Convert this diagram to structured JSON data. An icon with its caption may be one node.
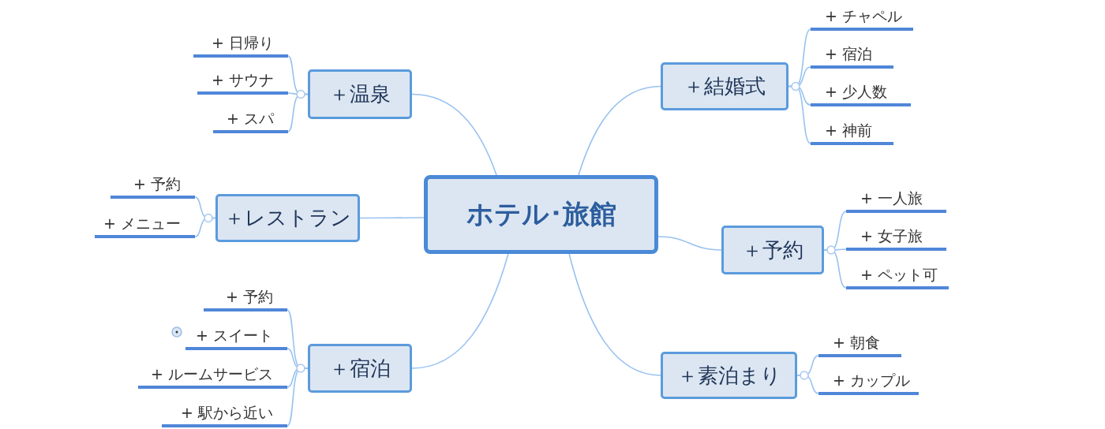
{
  "diagram": {
    "nodes": [
      {
        "text": [
          "ホテル･旅館"
        ]
      },
      {
        "text": [
          "＋温泉"
        ]
      },
      {
        "text": [
          "+ 日帰り"
        ]
      },
      {
        "text": [
          "+ サウナ"
        ]
      },
      {
        "text": [
          "+ スパ"
        ]
      },
      {
        "text": [
          "＋結婚式"
        ]
      },
      {
        "text": [
          "+ チャペル"
        ]
      },
      {
        "text": [
          "+ 宿泊"
        ]
      },
      {
        "text": [
          "+ 少人数"
        ]
      },
      {
        "text": [
          "+ 神前"
        ]
      },
      {
        "text": [
          "＋レストラン"
        ]
      },
      {
        "text": [
          "+ 予約"
        ]
      },
      {
        "text": [
          "+ メニュー"
        ]
      },
      {
        "text": [
          "＋予約"
        ]
      },
      {
        "text": [
          "+ 一人旅"
        ]
      },
      {
        "text": [
          "+ 女子旅"
        ]
      },
      {
        "text": [
          "+ ペット可"
        ]
      },
      {
        "text": [
          "＋宿泊"
        ]
      },
      {
        "text": [
          "+ 予約"
        ]
      },
      {
        "text": [
          "+ スイート"
        ]
      },
      {
        "text": [
          "+ ルームサービス"
        ]
      },
      {
        "text": [
          "+ 駅から近い"
        ]
      },
      {
        "text": [
          "＋素泊まり"
        ]
      },
      {
        "text": [
          "+ 朝食"
        ]
      },
      {
        "text": [
          "+ カップル"
        ]
      }
    ],
    "edges": [
      {
        "from": 0,
        "to": 1,
        "arrow": "none"
      },
      {
        "from": 1,
        "to": 2,
        "arrow": "none"
      },
      {
        "from": 1,
        "to": 3,
        "arrow": "none"
      },
      {
        "from": 1,
        "to": 4,
        "arrow": "none"
      },
      {
        "from": 0,
        "to": 5,
        "arrow": "none"
      },
      {
        "from": 5,
        "to": 6,
        "arrow": "none"
      },
      {
        "from": 5,
        "to": 7,
        "arrow": "none"
      },
      {
        "from": 5,
        "to": 8,
        "arrow": "none"
      },
      {
        "from": 5,
        "to": 9,
        "arrow": "none"
      },
      {
        "from": 0,
        "to": 10,
        "arrow": "none"
      },
      {
        "from": 10,
        "to": 11,
        "arrow": "none"
      },
      {
        "from": 10,
        "to": 12,
        "arrow": "none"
      },
      {
        "from": 0,
        "to": 13,
        "arrow": "none"
      },
      {
        "from": 13,
        "to": 14,
        "arrow": "none"
      },
      {
        "from": 13,
        "to": 15,
        "arrow": "none"
      },
      {
        "from": 13,
        "to": 16,
        "arrow": "none"
      },
      {
        "from": 0,
        "to": 17,
        "arrow": "none"
      },
      {
        "from": 17,
        "to": 18,
        "arrow": "none"
      },
      {
        "from": 17,
        "to": 19,
        "arrow": "none"
      },
      {
        "from": 17,
        "to": 20,
        "arrow": "none"
      },
      {
        "from": 17,
        "to": 21,
        "arrow": "none"
      },
      {
        "from": 0,
        "to": 22,
        "arrow": "none"
      },
      {
        "from": 22,
        "to": 23,
        "arrow": "none"
      },
      {
        "from": 22,
        "to": 24,
        "arrow": "none"
      }
    ]
  }
}
